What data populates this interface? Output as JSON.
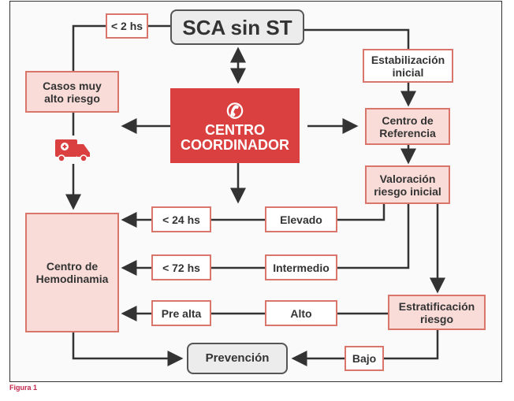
{
  "title": "SCA sin ST",
  "time_2h": "< 2 hs",
  "very_high_risk": [
    "Casos muy",
    "alto riesgo"
  ],
  "coordinator": [
    "CENTRO",
    "COORDINADOR"
  ],
  "stabilization": [
    "Estabilización",
    "inicial"
  ],
  "reference_center": [
    "Centro de",
    "Referencia"
  ],
  "initial_risk": [
    "Valoración",
    "riesgo inicial"
  ],
  "elevated": "Elevado",
  "intermediate": "Intermedio",
  "high": "Alto",
  "low": "Bajo",
  "time_24h": "< 24 hs",
  "time_72h": "< 72 hs",
  "pre_discharge": "Pre alta",
  "stratification": [
    "Estratificación",
    "riesgo"
  ],
  "hemodynamics": [
    "Centro de",
    "Hemodinamia"
  ],
  "prevention": "Prevención",
  "caption": "Figura 1",
  "colors": {
    "red": "#d9403f",
    "pink": "#f9dcd8",
    "border": "#d9756b"
  }
}
